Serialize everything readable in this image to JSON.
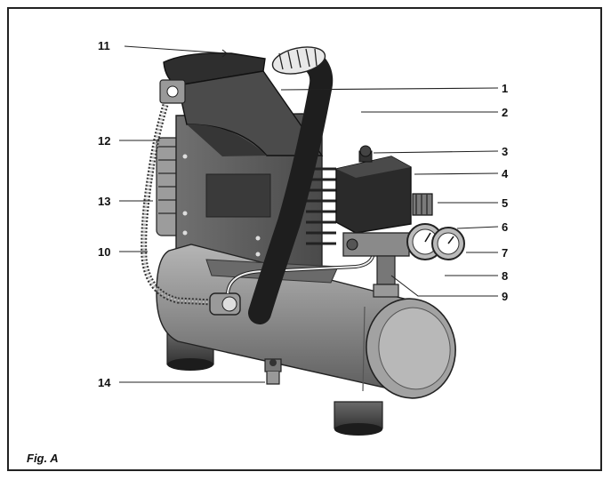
{
  "figure": {
    "caption": "Fig. A",
    "callouts": [
      "1",
      "2",
      "3",
      "4",
      "5",
      "6",
      "7",
      "8",
      "9",
      "10",
      "11",
      "12",
      "13",
      "14"
    ]
  },
  "colors": {
    "tank": "#8f8f8f",
    "tank_dark": "#5a5a5a",
    "shroud": "#555555",
    "handle": "#1e1e1e",
    "switch_box": "#262626",
    "line": "#222222",
    "background": "#ffffff"
  }
}
